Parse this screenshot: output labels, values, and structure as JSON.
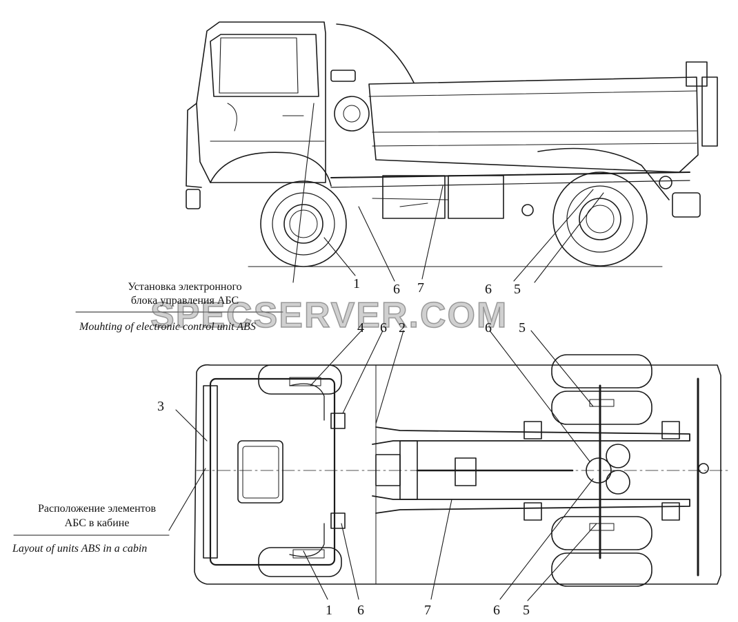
{
  "captions": {
    "mounting_ru_line1": "Установка электронного",
    "mounting_ru_line2": "блока управления АБС",
    "mounting_en": "Mouhting of electronic control unit ABS",
    "layout_ru_line1": "Расположение элементов",
    "layout_ru_line2": "АБС в кабине",
    "layout_en": "Layout of units ABS in a cabin"
  },
  "watermark": "SPECSERVER.COM",
  "callouts": {
    "side": [
      "1",
      "6",
      "7",
      "6",
      "5"
    ],
    "top_upper": [
      "4",
      "6",
      "2",
      "6",
      "5",
      "3"
    ],
    "top_lower": [
      "1",
      "6",
      "7",
      "6",
      "5"
    ]
  }
}
